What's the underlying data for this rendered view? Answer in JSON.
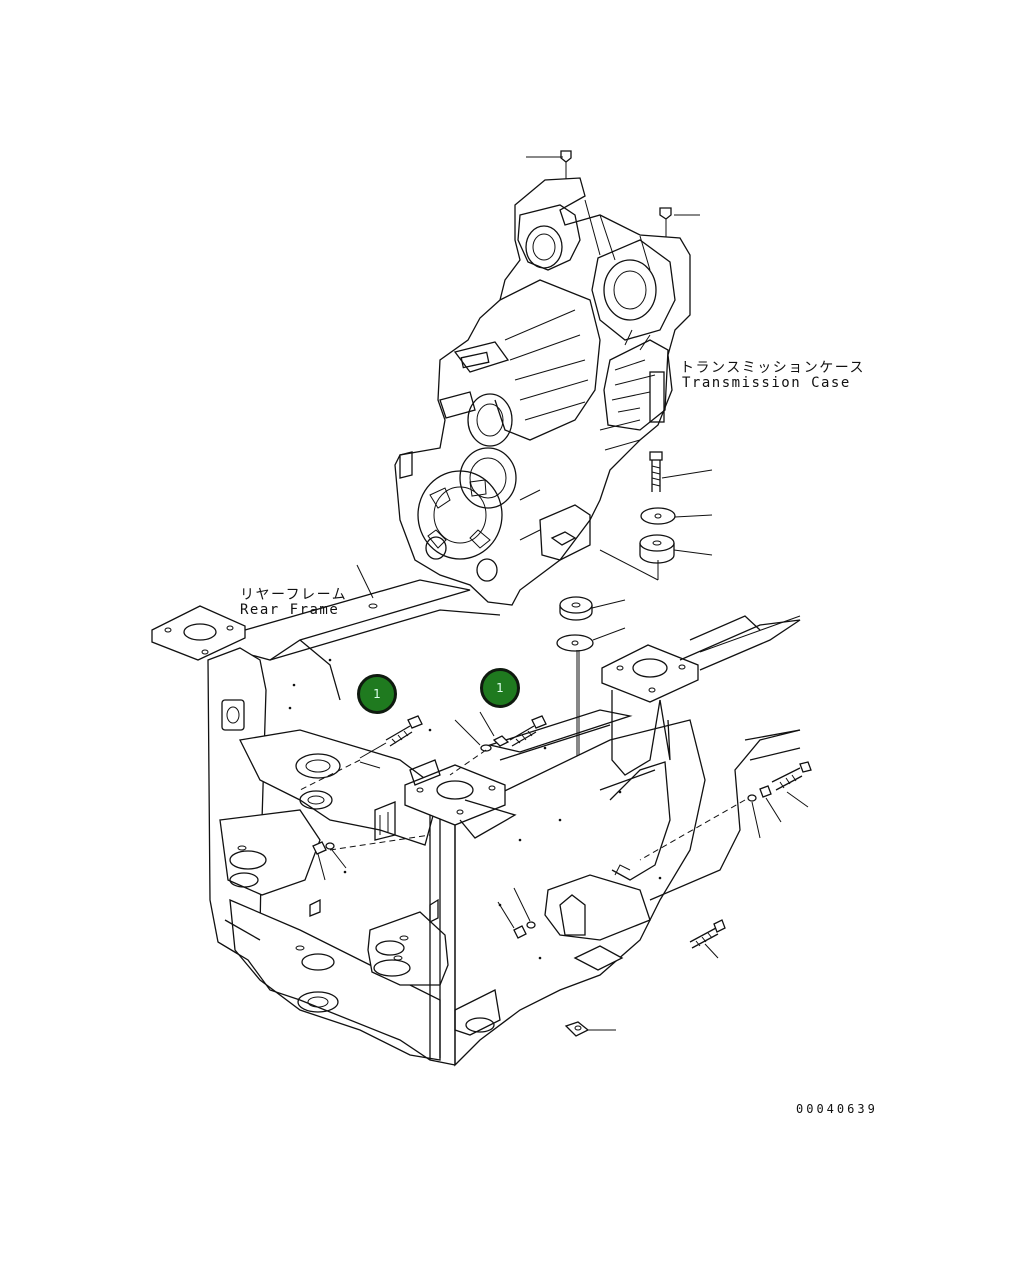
{
  "labels": {
    "transmission_jp": "トランスミッションケース",
    "transmission_en": "Transmission Case",
    "rear_frame_jp": "リヤーフレーム",
    "rear_frame_en": "Rear Frame",
    "drawing_number": "00040639"
  },
  "markers": [
    {
      "label": "1"
    },
    {
      "label": "1"
    }
  ],
  "colors": {
    "line": "#111111",
    "marker_fill": "#1f7a1f",
    "background": "#ffffff"
  }
}
